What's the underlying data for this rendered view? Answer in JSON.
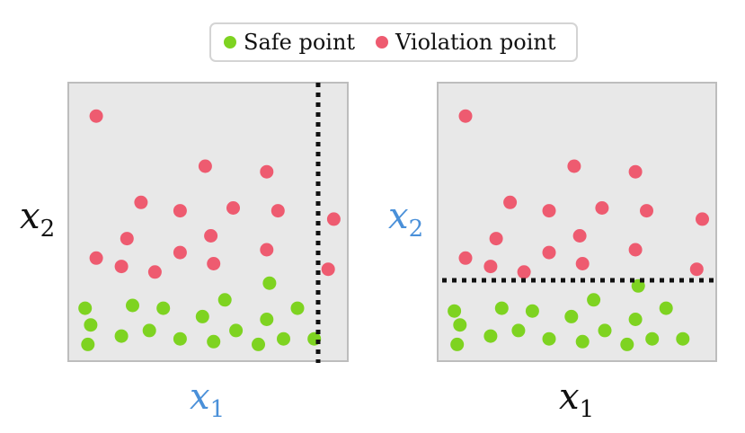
{
  "legend": {
    "safe_label": "Safe point",
    "violation_label": "Violation point"
  },
  "colors": {
    "safe": "#7ed321",
    "violation": "#ee5b70",
    "panel_bg": "#e8e8e8",
    "panel_border": "#bdbdbd",
    "highlight_label": "#4a90d9",
    "plain_label": "#111111",
    "boundary": "#111111"
  },
  "panels": [
    {
      "x_label": {
        "base": "x",
        "sub": "1",
        "highlight": true
      },
      "y_label": {
        "base": "x",
        "sub": "2",
        "highlight": false
      },
      "boundary": {
        "orientation": "vertical"
      },
      "violation_points": [
        [
          0.1,
          0.88
        ],
        [
          0.49,
          0.7
        ],
        [
          0.71,
          0.68
        ],
        [
          0.26,
          0.57
        ],
        [
          0.4,
          0.54
        ],
        [
          0.59,
          0.55
        ],
        [
          0.75,
          0.54
        ],
        [
          0.21,
          0.44
        ],
        [
          0.51,
          0.45
        ],
        [
          0.1,
          0.37
        ],
        [
          0.19,
          0.34
        ],
        [
          0.31,
          0.32
        ],
        [
          0.4,
          0.39
        ],
        [
          0.52,
          0.35
        ],
        [
          0.71,
          0.4
        ],
        [
          0.95,
          0.51
        ],
        [
          0.93,
          0.33
        ]
      ],
      "safe_points": [
        [
          0.06,
          0.19
        ],
        [
          0.23,
          0.2
        ],
        [
          0.34,
          0.19
        ],
        [
          0.56,
          0.22
        ],
        [
          0.72,
          0.28
        ],
        [
          0.08,
          0.13
        ],
        [
          0.48,
          0.16
        ],
        [
          0.71,
          0.15
        ],
        [
          0.82,
          0.19
        ],
        [
          0.07,
          0.06
        ],
        [
          0.19,
          0.09
        ],
        [
          0.29,
          0.11
        ],
        [
          0.4,
          0.08
        ],
        [
          0.52,
          0.07
        ],
        [
          0.6,
          0.11
        ],
        [
          0.68,
          0.06
        ],
        [
          0.77,
          0.08
        ],
        [
          0.88,
          0.08
        ]
      ]
    },
    {
      "x_label": {
        "base": "x",
        "sub": "1",
        "highlight": false
      },
      "y_label": {
        "base": "x",
        "sub": "2",
        "highlight": true
      },
      "boundary": {
        "orientation": "horizontal"
      },
      "violation_points": [
        [
          0.1,
          0.88
        ],
        [
          0.49,
          0.7
        ],
        [
          0.71,
          0.68
        ],
        [
          0.26,
          0.57
        ],
        [
          0.4,
          0.54
        ],
        [
          0.59,
          0.55
        ],
        [
          0.75,
          0.54
        ],
        [
          0.95,
          0.51
        ],
        [
          0.21,
          0.44
        ],
        [
          0.51,
          0.45
        ],
        [
          0.1,
          0.37
        ],
        [
          0.19,
          0.34
        ],
        [
          0.31,
          0.32
        ],
        [
          0.4,
          0.39
        ],
        [
          0.52,
          0.35
        ],
        [
          0.71,
          0.4
        ],
        [
          0.93,
          0.33
        ]
      ],
      "safe_points": [
        [
          0.72,
          0.27
        ],
        [
          0.06,
          0.18
        ],
        [
          0.23,
          0.19
        ],
        [
          0.34,
          0.18
        ],
        [
          0.56,
          0.22
        ],
        [
          0.08,
          0.13
        ],
        [
          0.48,
          0.16
        ],
        [
          0.71,
          0.15
        ],
        [
          0.82,
          0.19
        ],
        [
          0.07,
          0.06
        ],
        [
          0.19,
          0.09
        ],
        [
          0.29,
          0.11
        ],
        [
          0.4,
          0.08
        ],
        [
          0.52,
          0.07
        ],
        [
          0.6,
          0.11
        ],
        [
          0.68,
          0.06
        ],
        [
          0.77,
          0.08
        ],
        [
          0.88,
          0.08
        ]
      ]
    }
  ]
}
